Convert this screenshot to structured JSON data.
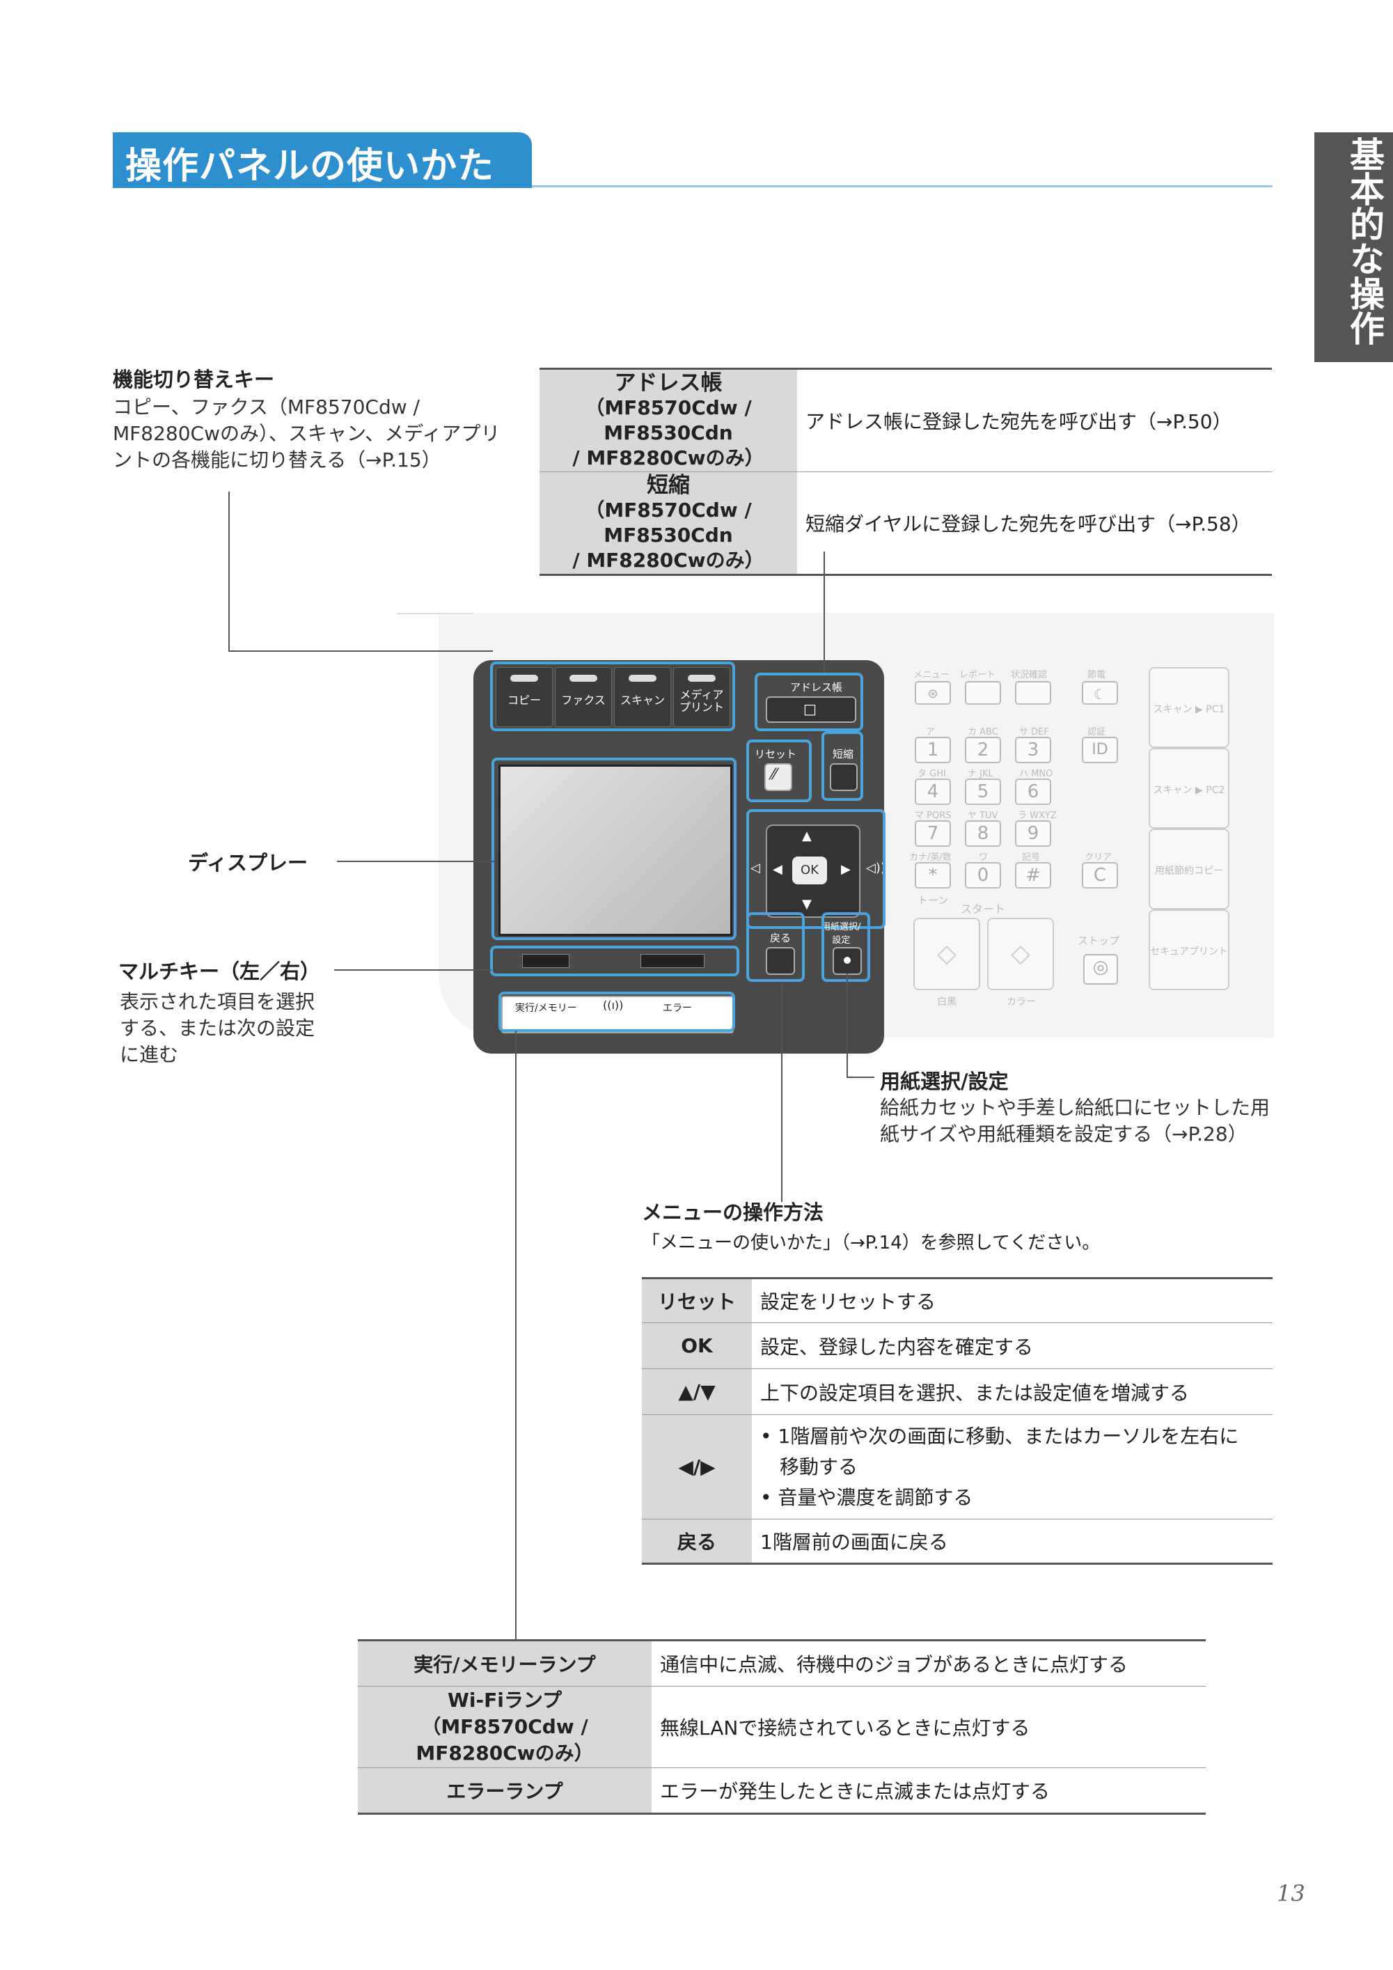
{
  "header": {
    "title": "操作パネルの使いかた",
    "side_tab": "基本的な操作"
  },
  "callouts": {
    "function_keys": {
      "title": "機能切り替えキー",
      "desc": "コピー、ファクス（MF8570Cdw / MF8280Cwのみ）、スキャン、メディアプリントの各機能に切り替える（→P.15）"
    },
    "display": {
      "title": "ディスプレー"
    },
    "multi_keys": {
      "title": "マルチキー（左／右）",
      "desc": "表示された項目を選択する、または次の設定に進む"
    },
    "paper": {
      "title": "用紙選択/設定",
      "desc": "給紙カセットや手差し給紙口にセットした用紙サイズや用紙種類を設定する（→P.28）"
    },
    "menu": {
      "title": "メニューの操作方法",
      "desc": "「メニューの使いかた」（→P.14）を参照してください。"
    }
  },
  "address_table": [
    {
      "key_line1": "アドレス帳",
      "key_line2": "（MF8570Cdw / MF8530Cdn",
      "key_line3": "/ MF8280Cwのみ）",
      "desc": "アドレス帳に登録した宛先を呼び出す（→P.50）"
    },
    {
      "key_line1": "短縮",
      "key_line2": "（MF8570Cdw / MF8530Cdn",
      "key_line3": "/ MF8280Cwのみ）",
      "desc": "短縮ダイヤルに登録した宛先を呼び出す（→P.58）"
    }
  ],
  "menu_table": [
    {
      "key": "リセット",
      "desc": "設定をリセットする"
    },
    {
      "key": "OK",
      "desc": "設定、登録した内容を確定する"
    },
    {
      "key": "▲/▼",
      "desc": "上下の設定項目を選択、または設定値を増減する"
    },
    {
      "key": "◀/▶",
      "bullet1": "• 1階層前や次の画面に移動、またはカーソルを左右に",
      "bullet1b": "移動する",
      "bullet2": "• 音量や濃度を調節する"
    },
    {
      "key": "戻る",
      "desc": "1階層前の画面に戻る"
    }
  ],
  "lamp_table": [
    {
      "key_line1": "実行/メモリーランプ",
      "desc": "通信中に点滅、待機中のジョブがあるときに点灯する"
    },
    {
      "key_line1": "Wi-Fiランプ",
      "key_line2": "（MF8570Cdw / MF8280Cwのみ）",
      "desc": "無線LANで接続されているときに点灯する"
    },
    {
      "key_line1": "エラーランプ",
      "desc": "エラーが発生したときに点滅または点灯する"
    }
  ],
  "panel": {
    "function_keys": [
      "コピー",
      "ファクス",
      "スキャン",
      "メディア\nプリント"
    ],
    "address_book": "アドレス帳",
    "shortcut": "短縮",
    "reset": "リセット",
    "ok": "OK",
    "back": "戻る",
    "paper_setting": "用紙選択/\n設定",
    "lamp_exec": "実行/メモリー",
    "lamp_error": "エラー",
    "top_labels": [
      "メニュー",
      "レポート",
      "状況確認",
      "節電"
    ],
    "numkeys": [
      "1",
      "2",
      "3",
      "4",
      "5",
      "6",
      "7",
      "8",
      "9",
      "*",
      "0",
      "#"
    ],
    "numkey_labels": [
      "ア",
      "カ ABC",
      "サ DEF",
      "タ GHI",
      "ナ JKL",
      "ハ MNO",
      "マ PQRS",
      "ヤ TUV",
      "ラ WXYZ",
      "カナ/英/数",
      "ワ",
      "記号"
    ],
    "auth_label": "認証",
    "clear_label": "クリア",
    "tone_label": "トーン",
    "start_label": "スタート",
    "stop_label": "ストップ",
    "bw_label": "白黒",
    "color_label": "カラー",
    "right_keys": [
      "スキャン ▶ PC1",
      "スキャン ▶ PC2",
      "用紙節約コピー",
      "セキュアプリント"
    ]
  },
  "page_number": "13"
}
